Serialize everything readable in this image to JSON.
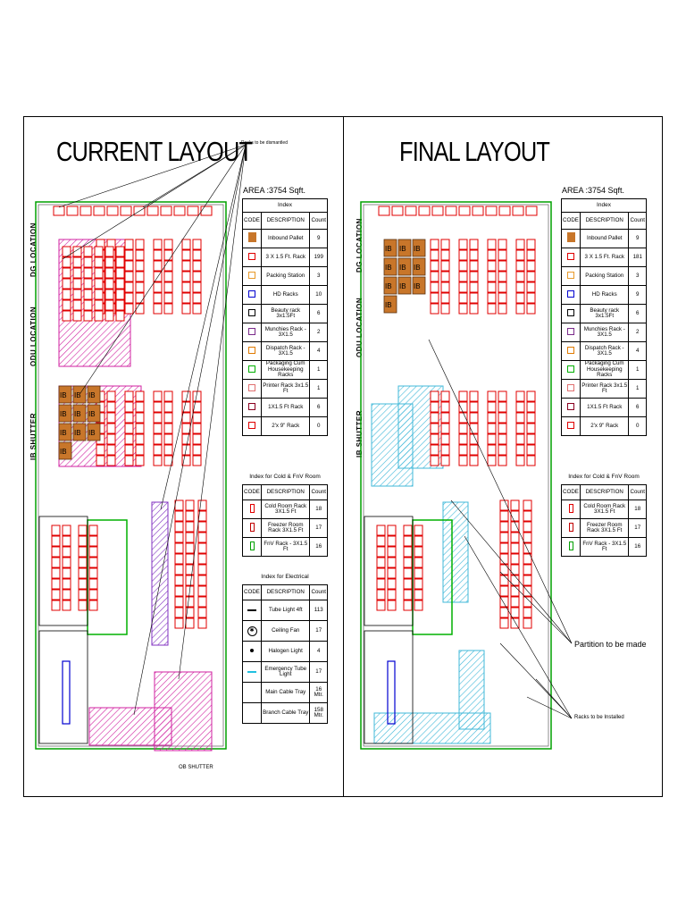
{
  "left": {
    "title": "CURRENT LAYOUT",
    "area": "AREA :3754 Sqft.",
    "racks_note": "Racks to be dismantled",
    "dg_location": "DG LOCATION",
    "odu_location": "ODU LOCATION",
    "ib_shutter": "IB SHUTTER",
    "ob_shutter": "OB SHUTTER",
    "ib_label": "IB"
  },
  "right": {
    "title": "FINAL LAYOUT",
    "area": "AREA :3754 Sqft.",
    "partition_note": "Partition to be  made",
    "racks_installed_note": "Racks to be Installed",
    "dg_location": "DG LOCATION",
    "odu_location": "ODU LOCATION",
    "ib_shutter": "IB SHUTTER",
    "ib_label": "IB"
  },
  "index_table": {
    "title": "Index",
    "headers": [
      "CODE",
      "DESCRIPTION",
      "Count"
    ],
    "rows": [
      {
        "desc": "Inbound Pallet",
        "current": "9",
        "final": "9",
        "color": "#c8762a",
        "icon": "ib-pallet-icon"
      },
      {
        "desc": "3 X 1.5 Ft. Rack",
        "current": "199",
        "final": "181",
        "color": "#e00000",
        "icon": "rack-icon"
      },
      {
        "desc": "Packing Station",
        "current": "3",
        "final": "3",
        "color": "#e89a2a",
        "icon": "packing-station-icon"
      },
      {
        "desc": "HD Racks",
        "current": "10",
        "final": "9",
        "color": "#0000d0",
        "icon": "hd-rack-icon"
      },
      {
        "desc": "Beauty rack 3x1.5Ft",
        "current": "6",
        "final": "6",
        "color": "#000000",
        "icon": "beauty-rack-icon"
      },
      {
        "desc": "Munchies Rack - 3X1.5",
        "current": "2",
        "final": "2",
        "color": "#7a2a8a",
        "icon": "munchies-rack-icon"
      },
      {
        "desc": "Dispatch Rack - 3X1.5",
        "current": "4",
        "final": "4",
        "color": "#e07a00",
        "icon": "dispatch-rack-icon"
      },
      {
        "desc": "Packaging Cum Housekeeping Racks",
        "current": "1",
        "final": "1",
        "color": "#00b000",
        "icon": "housekeeping-rack-icon"
      },
      {
        "desc": "Printer Rack 3x1.5 Ft",
        "current": "1",
        "final": "1",
        "color": "#e07070",
        "icon": "printer-rack-icon"
      },
      {
        "desc": "1X1.5 Ft Rack",
        "current": "6",
        "final": "6",
        "color": "#8a0020",
        "icon": "small-rack-icon"
      },
      {
        "desc": "2'x 9\" Rack",
        "current": "0",
        "final": "0",
        "color": "#e00000",
        "icon": "mini-rack-icon"
      }
    ]
  },
  "cold_table": {
    "title": "Index for Cold & FnV Room",
    "headers": [
      "CODE",
      "DESCRIPTION",
      "Count"
    ],
    "rows": [
      {
        "desc": "Cold Room Rack 3X1.5 Ft",
        "count": "18",
        "color": "#e00000"
      },
      {
        "desc": "Freezer Room Rack 3X1.5 Ft",
        "count": "17",
        "color": "#c00000"
      },
      {
        "desc": "FnV Rack - 3X1.5 Ft",
        "count": "16",
        "color": "#00a000"
      }
    ]
  },
  "elec_table": {
    "title": "Index for Electrical",
    "headers": [
      "CODE",
      "DESCRIPTION",
      "Count"
    ],
    "rows": [
      {
        "desc": "Tube Light 4ft",
        "count": "113",
        "icon": "tube-light-icon"
      },
      {
        "desc": "Ceiling Fan",
        "count": "17",
        "icon": "ceiling-fan-icon"
      },
      {
        "desc": "Halogen Light",
        "count": "4",
        "icon": "halogen-light-icon"
      },
      {
        "desc": "Emergency Tube Light",
        "count": "17",
        "icon": "emergency-light-icon"
      },
      {
        "desc": "Main Cable Tray",
        "count": "16 Mtr.",
        "icon": ""
      },
      {
        "desc": "Branch Cable Tray",
        "count": "158 Mtr.",
        "icon": ""
      }
    ]
  },
  "colors": {
    "rack": "#e00000",
    "wall": "#00a000",
    "ib_pallet": "#c8762a",
    "magenta_zone": "#d020a0",
    "purple_zone": "#8030c0",
    "cyan_zone": "#40b8d8",
    "blue": "#0000d0"
  }
}
